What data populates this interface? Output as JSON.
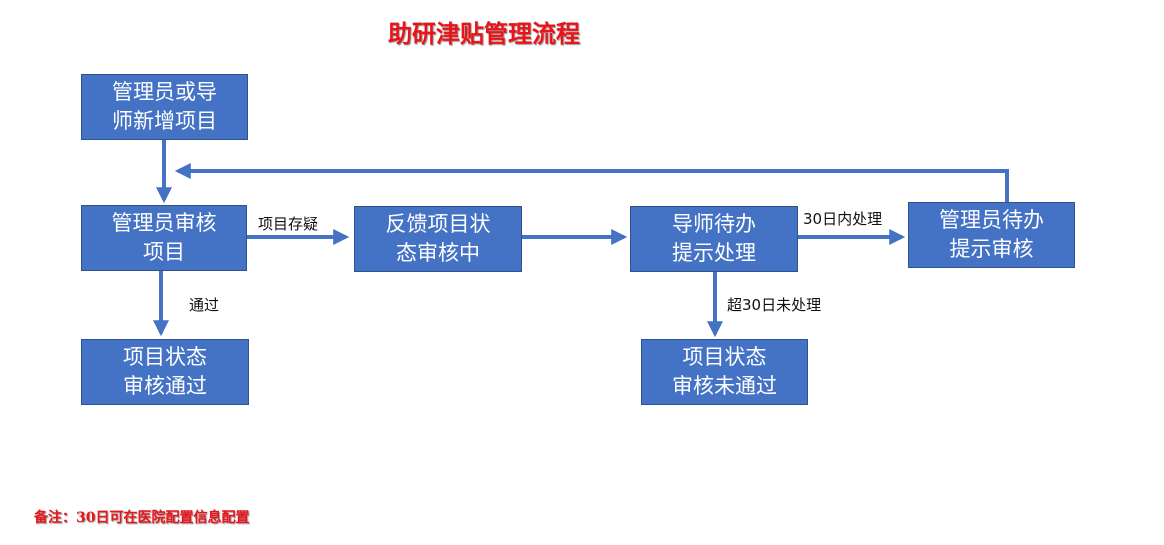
{
  "title": "助研津贴管理流程",
  "nodes": {
    "new_project": [
      "管理员或导",
      "师新增项目"
    ],
    "admin_review": [
      "管理员审核",
      "项目"
    ],
    "feedback_review": [
      "反馈项目状",
      "态审核中"
    ],
    "tutor_pending": [
      "导师待办",
      "提示处理"
    ],
    "admin_pending": [
      "管理员待办",
      "提示审核"
    ],
    "approved": [
      "项目状态",
      "审核通过"
    ],
    "not_approved": [
      "项目状态",
      "审核未通过"
    ]
  },
  "edges": {
    "doubt_label": "项目存疑",
    "pass_label": "通过",
    "within_30_label": "30日内处理",
    "over_30_label": "超30日未处理"
  },
  "note": "备注：30日可在医院配置信息配置",
  "colors": {
    "box": "#4472c4",
    "arrow": "#4472c4",
    "title": "#e8141a"
  }
}
